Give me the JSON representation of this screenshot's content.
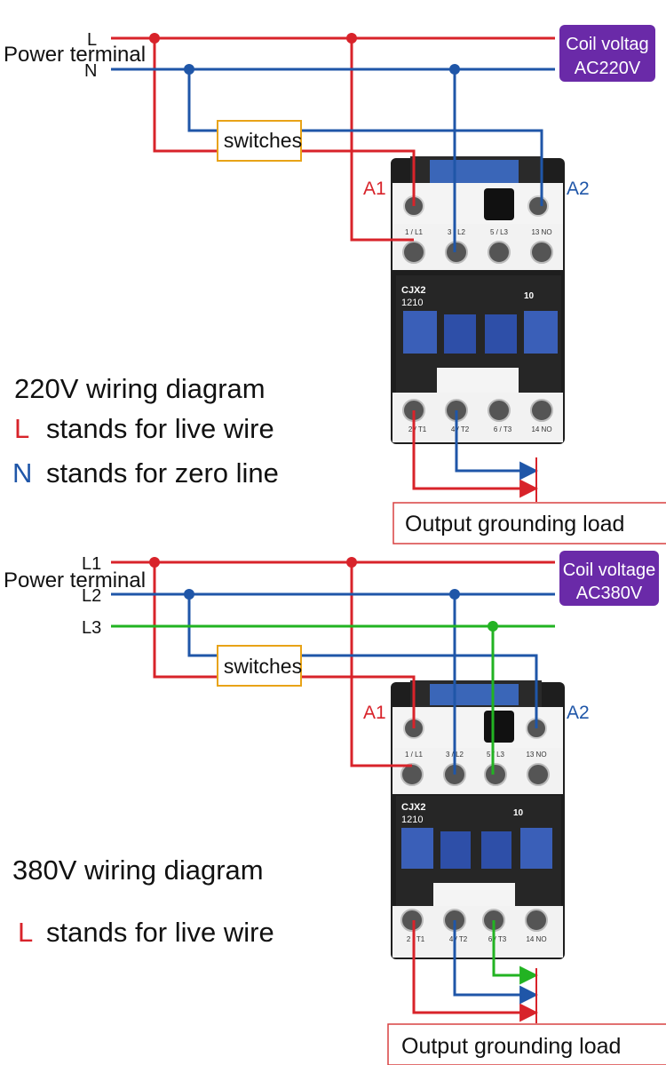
{
  "colors": {
    "live": "#d8232a",
    "neutral": "#1f56a8",
    "phase3": "#22b322",
    "coil_badge": "#6a2aa8",
    "switch_border": "#e8a317",
    "output_border": "#d94040",
    "label_a1": "#d8232a",
    "label_a2": "#1f56a8"
  },
  "top": {
    "line_L": "L",
    "line_N": "N",
    "power_terminal": "Power terminal",
    "switch_label": "switches",
    "coil_line1": "Coil voltag",
    "coil_line2": "AC220V",
    "terminal_a1": "A1",
    "terminal_a2": "A2",
    "contactor": {
      "model": "CJX2",
      "rating": "1210",
      "aux": "10",
      "top_terminals": [
        "1 / L1",
        "3 / L2",
        "5 / L3",
        "13 NO"
      ],
      "bottom_terminals": [
        "2 / T1",
        "4 / T2",
        "6 / T3",
        "14 NO"
      ]
    },
    "heading": "220V wiring diagram",
    "legend": [
      {
        "letter": "L",
        "text": "stands for live wire"
      },
      {
        "letter": "N",
        "text": "stands for zero line"
      }
    ],
    "output_label": "Output grounding load"
  },
  "bottom": {
    "line_L1": "L1",
    "line_L2": "L2",
    "line_L3": "L3",
    "power_terminal": "Power terminal",
    "switch_label": "switches",
    "coil_line1": "Coil voltage",
    "coil_line2": "AC380V",
    "terminal_a1": "A1",
    "terminal_a2": "A2",
    "contactor": {
      "model": "CJX2",
      "rating": "1210",
      "aux": "10",
      "top_terminals": [
        "1 / L1",
        "3 / L2",
        "5 / L3",
        "13 NO"
      ],
      "bottom_terminals": [
        "2 / T1",
        "4 / T2",
        "6 / T3",
        "14 NO"
      ]
    },
    "heading": "380V wiring diagram",
    "legend": [
      {
        "letter": "L",
        "text": "stands for live wire"
      }
    ],
    "output_label": "Output grounding load"
  }
}
